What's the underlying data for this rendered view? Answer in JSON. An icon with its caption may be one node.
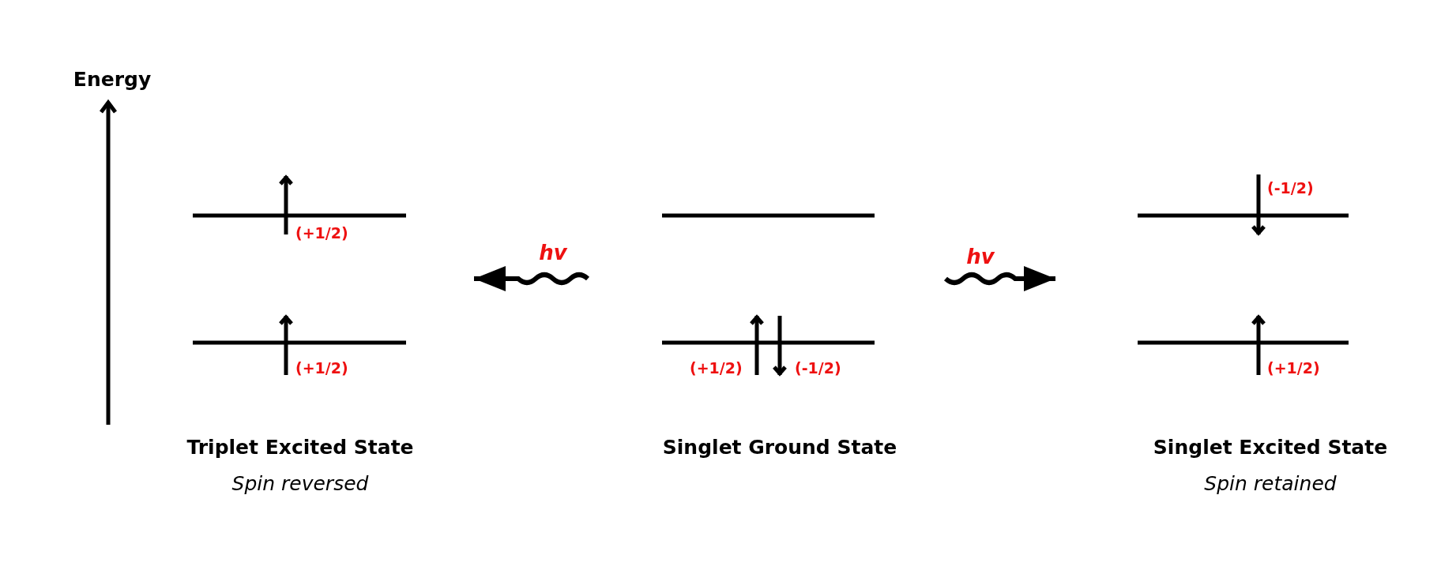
{
  "diagram": {
    "nodes": [
      {
        "text": [
          "Triplet Excited State",
          "Spin reversed"
        ]
      },
      {
        "text": [
          "Singlet Ground State"
        ]
      },
      {
        "text": [
          "Singlet Excited State",
          "Spin retained"
        ]
      }
    ],
    "edges": [
      {
        "from": 1,
        "to": 0,
        "arrow": "to",
        "label": "hv"
      },
      {
        "from": 1,
        "to": 2,
        "arrow": "to",
        "label": "hv"
      }
    ],
    "labels": [
      "Energy",
      "(-1/2)",
      "(+1/2)",
      "(+1/2)",
      "(+1/2)",
      "(-1/2)",
      "(+1/2)"
    ]
  }
}
